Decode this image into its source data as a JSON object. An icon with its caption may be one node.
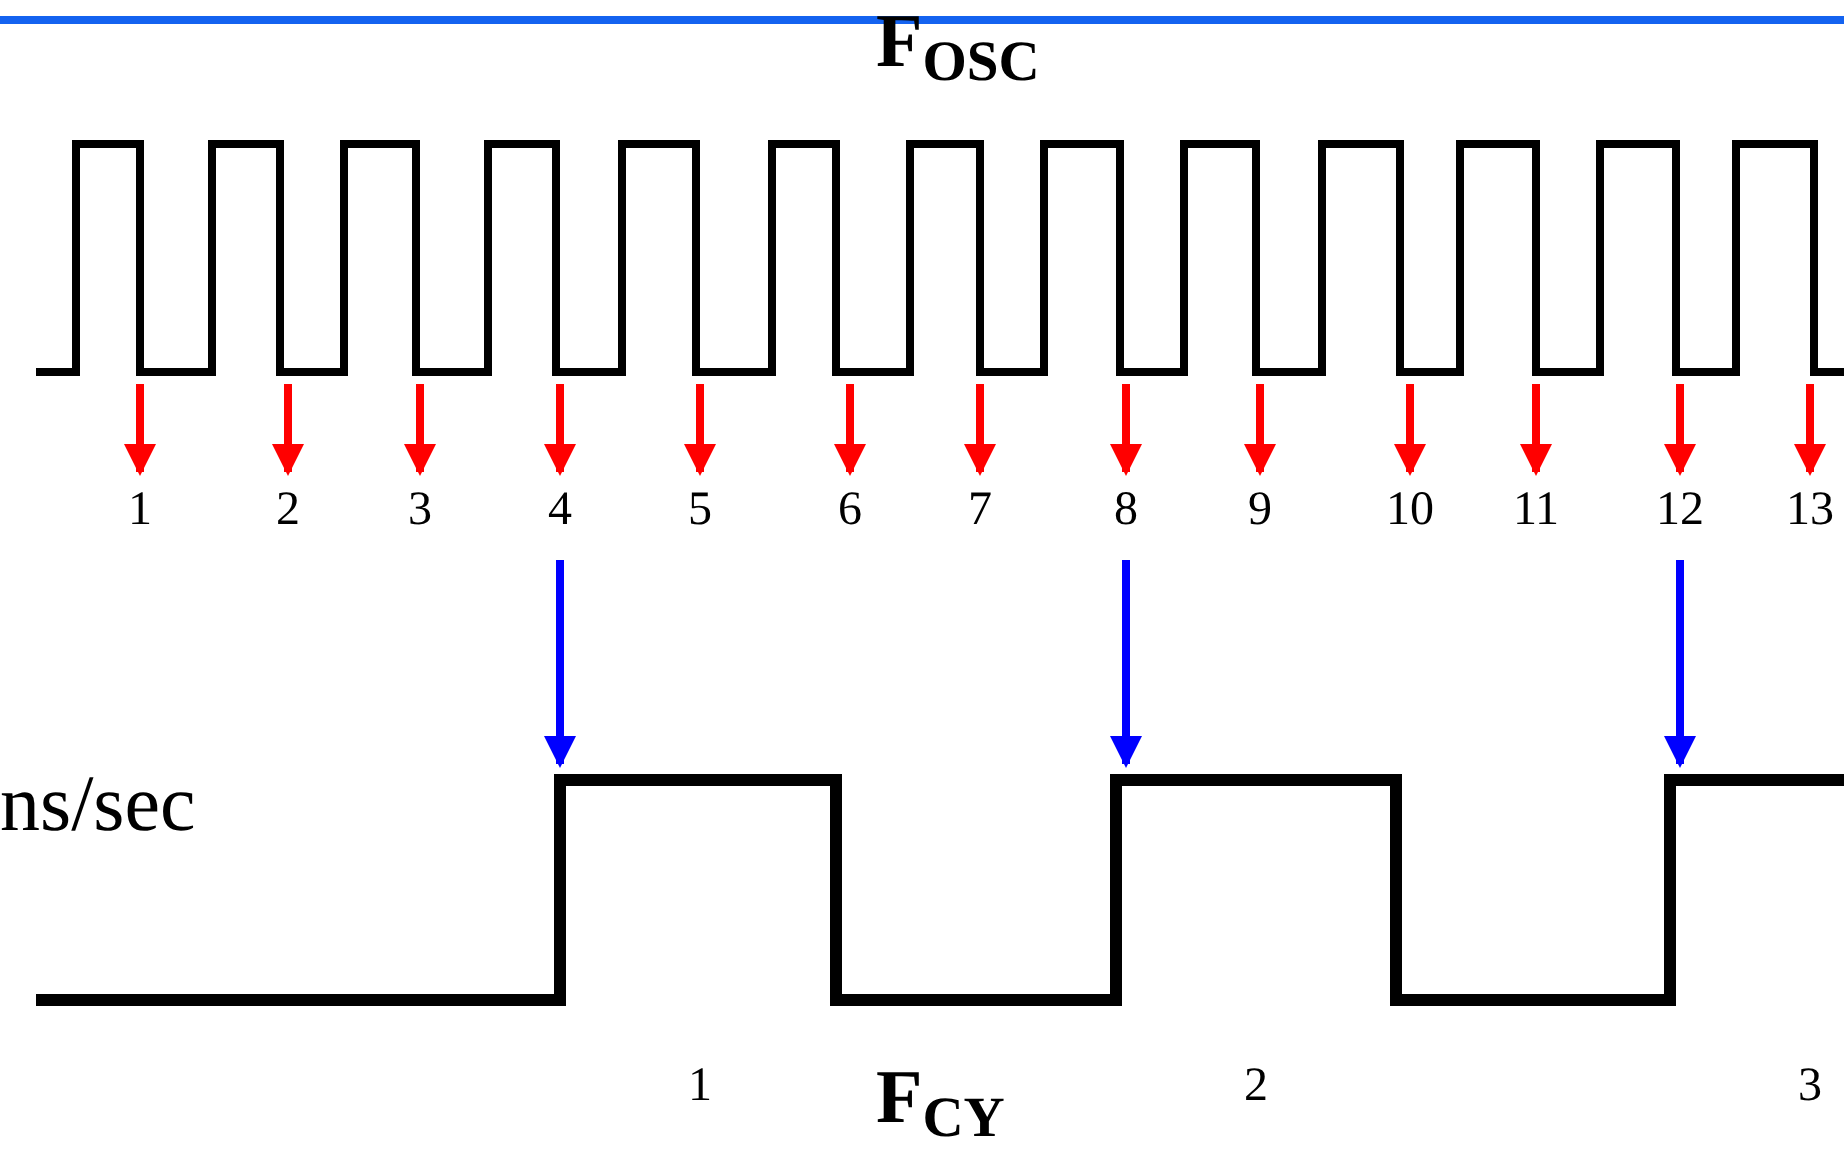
{
  "diagram": {
    "title": "F$_{OSC}$",
    "caption": "F$_{CY}$",
    "nodes": [
      {
        "text": [
          "1"
        ]
      },
      {
        "text": [
          "2"
        ]
      },
      {
        "text": [
          "3"
        ]
      },
      {
        "text": [
          "4"
        ]
      },
      {
        "text": [
          "5"
        ]
      },
      {
        "text": [
          "6"
        ]
      },
      {
        "text": [
          "7"
        ]
      },
      {
        "text": [
          "8"
        ]
      },
      {
        "text": [
          "9"
        ]
      },
      {
        "text": [
          "10"
        ]
      },
      {
        "text": [
          "11"
        ]
      },
      {
        "text": [
          "12"
        ]
      },
      {
        "text": [
          "13"
        ]
      }
    ],
    "edges": [
      {
        "from": null,
        "to": 0,
        "arrow": "to"
      },
      {
        "from": null,
        "to": 1,
        "arrow": "to"
      },
      {
        "from": null,
        "to": 2,
        "arrow": "to"
      },
      {
        "from": null,
        "to": 3,
        "arrow": "to"
      },
      {
        "from": null,
        "to": 4,
        "arrow": "to"
      },
      {
        "from": null,
        "to": 5,
        "arrow": "to"
      },
      {
        "from": null,
        "to": 6,
        "arrow": "to"
      },
      {
        "from": null,
        "to": 7,
        "arrow": "to"
      },
      {
        "from": null,
        "to": 8,
        "arrow": "to"
      },
      {
        "from": null,
        "to": 9,
        "arrow": "to"
      },
      {
        "from": null,
        "to": 10,
        "arrow": "to"
      },
      {
        "from": null,
        "to": 11,
        "arrow": "to"
      },
      {
        "from": null,
        "to": 12,
        "arrow": "to"
      },
      {
        "from": 3,
        "to": null,
        "arrow": "to",
        "color": "#0000ff"
      },
      {
        "from": 7,
        "to": null,
        "arrow": "to",
        "color": "#0000ff"
      },
      {
        "from": 11,
        "to": null,
        "arrow": "to",
        "color": "#0000ff"
      }
    ],
    "labels": [
      "ns/sec",
      "1",
      "2",
      "3"
    ]
  }
}
